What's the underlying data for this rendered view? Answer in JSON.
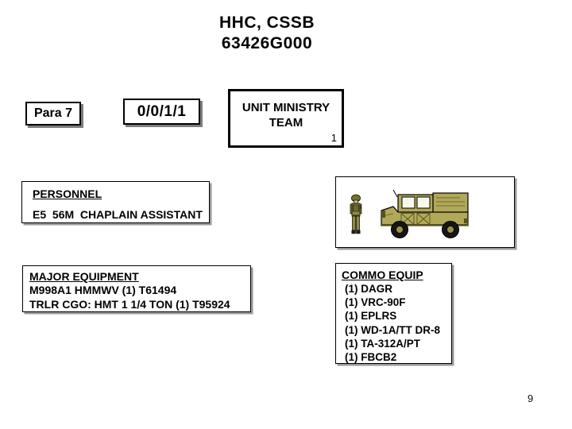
{
  "title": {
    "line1": "HHC, CSSB",
    "line2": "63426G000"
  },
  "para_box": {
    "label": "Para 7"
  },
  "strength_box": {
    "value": "0/0/1/1"
  },
  "unit_box": {
    "name": "UNIT MINISTRY TEAM",
    "quantity": "1"
  },
  "personnel": {
    "heading": "PERSONNEL",
    "entry": "E5  56M  CHAPLAIN ASSISTANT"
  },
  "vehicle_box": {
    "icons": [
      "soldier-icon",
      "hmmwv-icon"
    ]
  },
  "major_equipment": {
    "heading": "MAJOR EQUIPMENT",
    "items": [
      "M998A1 HMMWV (1) T61494",
      "TRLR CGO: HMT 1 1/4 TON (1) T95924"
    ]
  },
  "commo_equip": {
    "heading": "COMMO EQUIP",
    "items": [
      "(1) DAGR",
      "(1) VRC-90F",
      "(1) EPLRS",
      "(1) WD-1A/TT DR-8",
      "(1) TA-312A/PT",
      "(1) FBCB2"
    ]
  },
  "page_number": "9",
  "colors": {
    "vehicle_body": "#b1a85a",
    "vehicle_dark": "#6e6a2e",
    "window": "#f7f7ee",
    "wheel": "#161616",
    "hub": "#9a914a",
    "box_border": "#000000",
    "box_shadow": "#999999",
    "tag_shadow": "#7d7d7d"
  }
}
